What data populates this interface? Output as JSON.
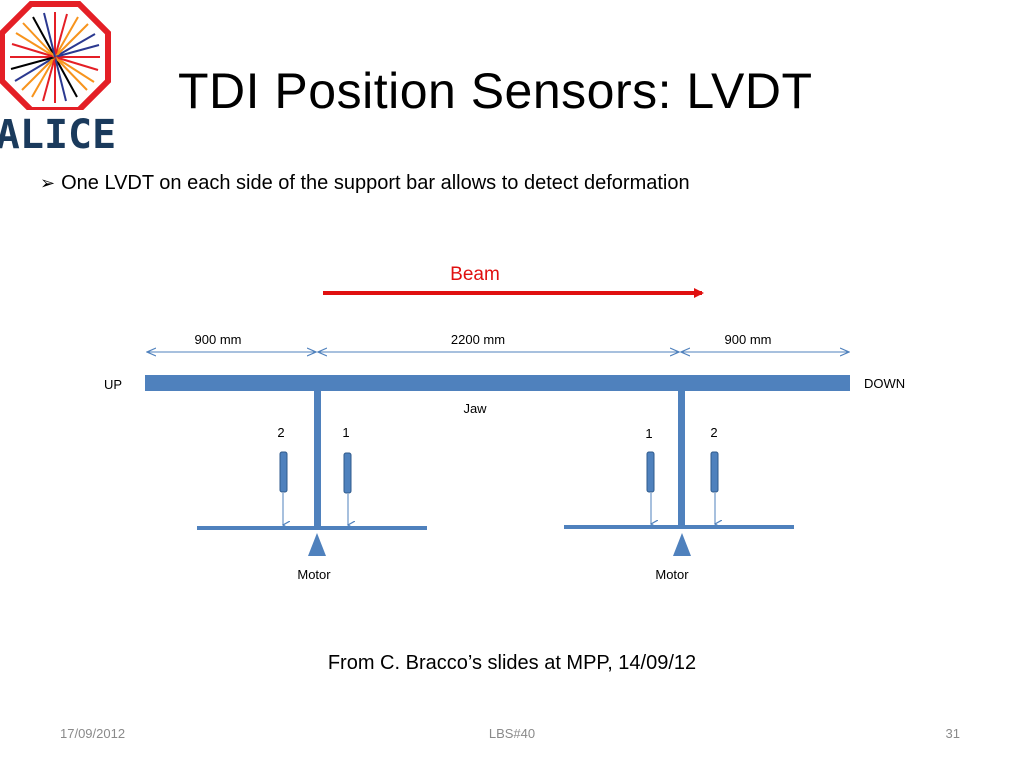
{
  "slide": {
    "title": "TDI Position Sensors: LVDT",
    "bullet": "One LVDT on each side of the support bar allows to detect deformation",
    "caption": "From C. Bracco’s slides at MPP, 14/09/12"
  },
  "logo": {
    "text": "ALICE",
    "colors": {
      "frame": "#e41f26",
      "text": "#1a3a5c"
    }
  },
  "diagram": {
    "beam_label": "Beam",
    "dim_left": "900 mm",
    "dim_center": "2200 mm",
    "dim_right": "900 mm",
    "up_label": "UP",
    "down_label": "DOWN",
    "jaw_label": "Jaw",
    "sensor_labels": {
      "left_outer": "2",
      "left_inner": "1",
      "right_inner": "1",
      "right_outer": "2"
    },
    "motor_left": "Motor",
    "motor_right": "Motor",
    "colors": {
      "beam": "#e01010",
      "bar": "#4f81bd",
      "dim": "#4f81bd",
      "label": "#000000"
    }
  },
  "footer": {
    "date": "17/09/2012",
    "conference": "LBS#40",
    "page": "31"
  }
}
